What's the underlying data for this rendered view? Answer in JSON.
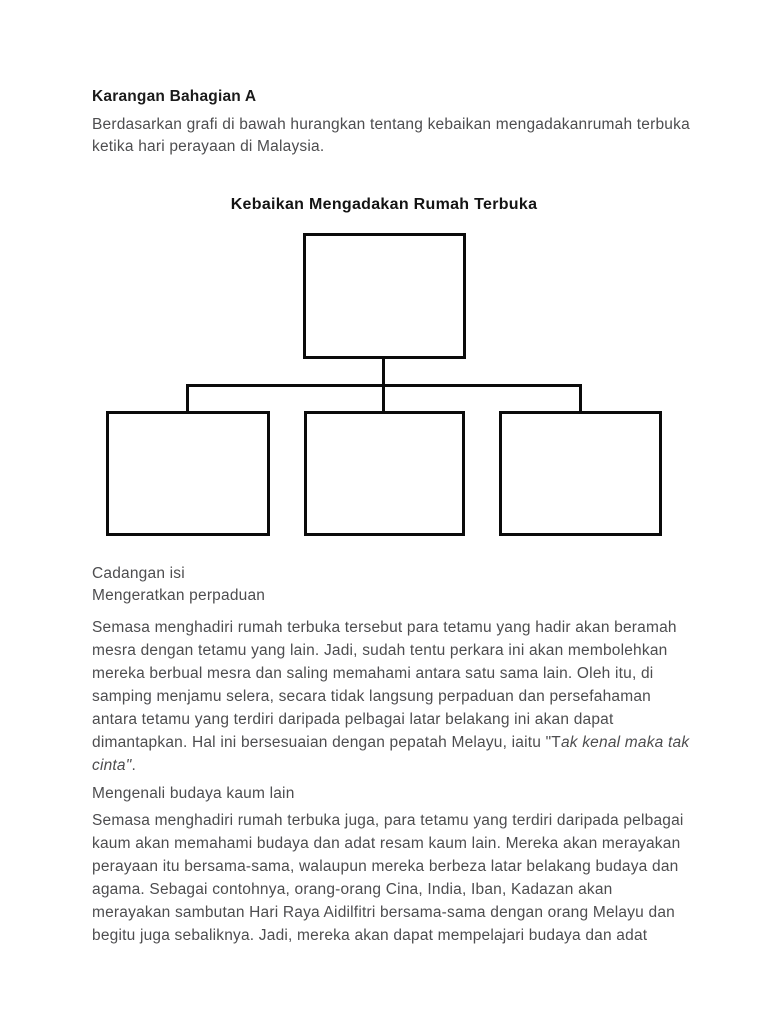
{
  "page": {
    "background_color": "#ffffff",
    "body_text_color": "#4d4d4f",
    "heading_text_color": "#1b1b1b",
    "diagram_line_color": "#0b0b0b"
  },
  "document": {
    "section_heading": "Karangan Bahagian A",
    "intro_paragraph": "Berdasarkan grafi di bawah hurangkan tentang kebaikan mengadakanrumah terbuka\nketika hari perayaan di Malaysia.",
    "diagram": {
      "title": "Kebaikan Mengadakan Rumah Terbuka",
      "type": "hierarchy",
      "parent_box_label": "",
      "child_box_labels": [
        "",
        "",
        ""
      ]
    },
    "suggestions_label": "Cadangan isi",
    "point1_heading": "Mengeratkan perpaduan",
    "paragraph1_part1": "Semasa menghadiri rumah terbuka tersebut para tetamu yang hadir akan beramah\nmesra dengan tetamu yang lain. Jadi, sudah tentu perkara ini akan membolehkan\nmereka berbual mesra dan saling memahami antara satu sama lain. Oleh itu, di\nsamping menjamu selera, secara tidak langsung perpaduan dan persefahaman\nantara tetamu yang terdiri daripada pelbagai latar belakang ini akan dapat\ndimantapkan. Hal ini bersesuaian dengan pepatah Melayu, iaitu \"T",
    "paragraph1_italic": "ak kenal maka tak\ncinta\"",
    "paragraph1_part3": ".",
    "point2_heading": "Mengenali budaya kaum lain",
    "paragraph2": "Semasa menghadiri rumah terbuka juga, para tetamu yang terdiri daripada pelbagai\nkaum akan memahami budaya dan adat resam kaum lain. Mereka akan merayakan\nperayaan itu bersama-sama, walaupun mereka berbeza latar belakang budaya dan\nagama. Sebagai contohnya, orang-orang Cina, India, Iban, Kadazan akan\nmerayakan sambutan Hari Raya Aidilfitri bersama-sama dengan orang Melayu dan\nbegitu juga sebaliknya. Jadi, mereka akan dapat mempelajari budaya dan adat"
  }
}
